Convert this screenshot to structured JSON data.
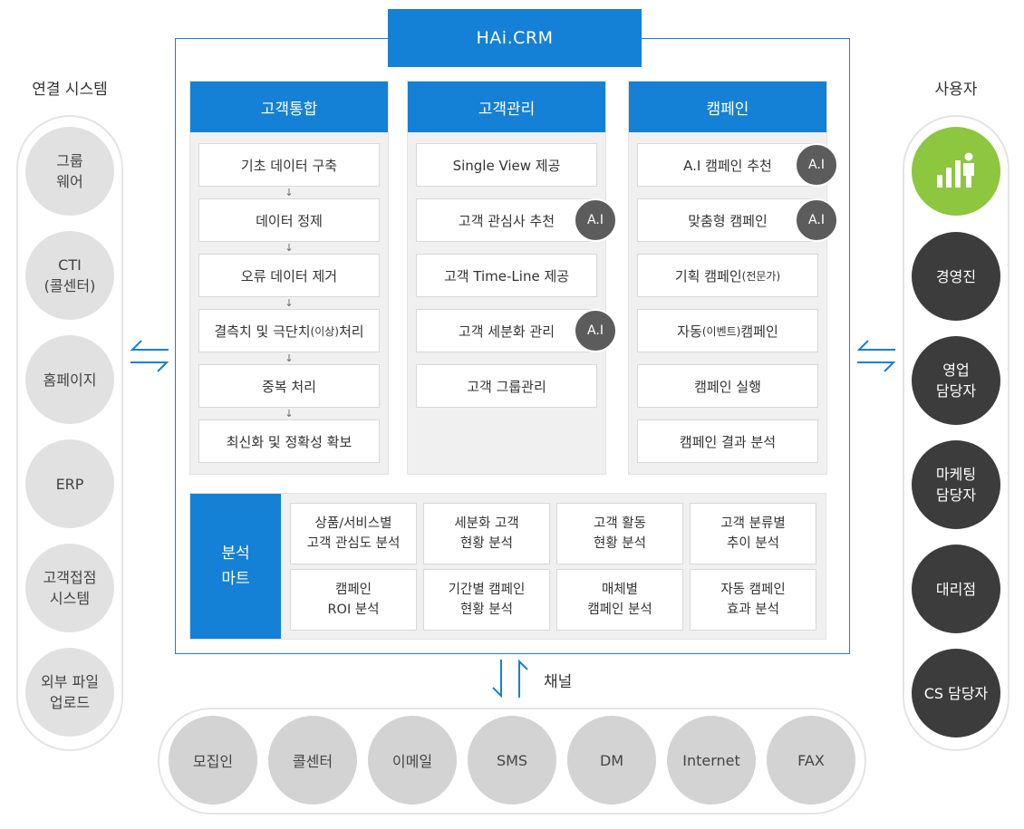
{
  "title": "HAi.CRM",
  "left_panel": {
    "title": "연결 시스템",
    "items": [
      "그룹\n웨어",
      "CTI\n(콜센터)",
      "홈페이지",
      "ERP",
      "고객접점\n시스템",
      "외부 파일\n업로드"
    ]
  },
  "right_panel": {
    "title": "사용자",
    "items": [
      "경영진",
      "영업\n담당자",
      "마케팅\n담당자",
      "대리점",
      "CS 담당자"
    ]
  },
  "columns": [
    {
      "title": "고객통합",
      "items": [
        {
          "label": "기초 데이터 구축"
        },
        {
          "label": "데이터 정제"
        },
        {
          "label": "오류 데이터 제거"
        },
        {
          "label": "결측치 및 극단치",
          "small": "(이상)",
          "tail": " 처리"
        },
        {
          "label": "중복 처리"
        },
        {
          "label": "최신화 및 정확성 확보"
        }
      ]
    },
    {
      "title": "고객관리",
      "items": [
        {
          "label": "Single View 제공"
        },
        {
          "label": "고객 관심사 추천",
          "ai": "A.I"
        },
        {
          "label": "고객 Time-Line 제공"
        },
        {
          "label": "고객 세분화 관리",
          "ai": "A.I"
        },
        {
          "label": "고객 그룹관리"
        }
      ]
    },
    {
      "title": "캠페인",
      "items": [
        {
          "label": "A.I 캠페인 추천",
          "ai": "A.I"
        },
        {
          "label": "맞춤형 캠페인",
          "ai": "A.I"
        },
        {
          "label": "기획 캠페인 ",
          "small": "(전문가)"
        },
        {
          "label": "자동 ",
          "small": "(이벤트)",
          "tail": " 캠페인"
        },
        {
          "label": "캠페인 실행"
        },
        {
          "label": "캠페인 결과 분석"
        }
      ]
    }
  ],
  "analysis_mart": {
    "title": "분석\n마트",
    "items": [
      "상품/서비스별\n고객 관심도 분석",
      "세분화 고객\n현황 분석",
      "고객 활동\n현황 분석",
      "고객 분류별\n추이 분석",
      "캠페인\nROI 분석",
      "기간별 캠페인\n현황 분석",
      "매체별\n캠페인 분석",
      "자동 캠페인\n효과 분석"
    ]
  },
  "channel": {
    "label": "채널",
    "items": [
      "모집인",
      "콜센터",
      "이메일",
      "SMS",
      "DM",
      "Internet",
      "FAX"
    ]
  },
  "colors": {
    "accent": "#1480d6",
    "user_icon_bg": "#8dc63f",
    "dark_circle": "#3c3c3c",
    "ai_badge": "#5c5c5c"
  },
  "icons": {
    "user_icon": "chart-person-icon",
    "exchange": "bidirectional-arrows-icon"
  }
}
